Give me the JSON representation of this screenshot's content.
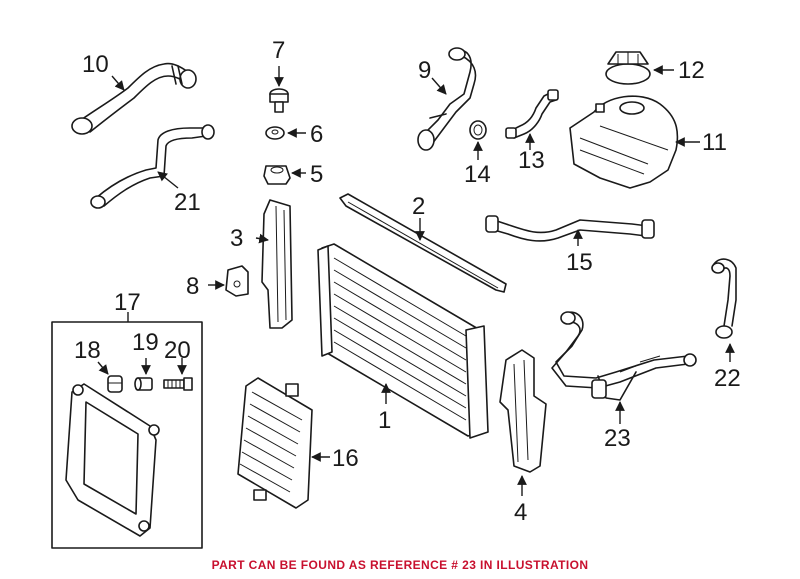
{
  "diagram": {
    "footer_note": "PART CAN BE FOUND AS REFERENCE # 23 IN ILLUSTRATION",
    "footer_color": "#c8102e",
    "callouts": [
      "1",
      "2",
      "3",
      "4",
      "5",
      "6",
      "7",
      "8",
      "9",
      "10",
      "11",
      "12",
      "13",
      "14",
      "15",
      "16",
      "17",
      "18",
      "19",
      "20",
      "21",
      "22",
      "23"
    ]
  }
}
